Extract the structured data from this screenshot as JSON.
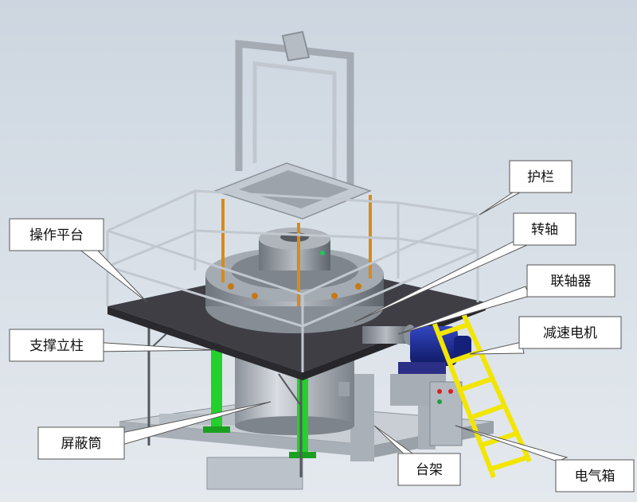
{
  "labels": {
    "guardrail": "护栏",
    "platform": "操作平台",
    "shaft": "转轴",
    "coupling": "联轴器",
    "support_column": "支撑立柱",
    "reducer_motor": "减速电机",
    "shield_cylinder": "屏蔽筒",
    "stand": "台架",
    "electric_box": "电气箱"
  },
  "colors": {
    "background": "#d5dde6",
    "platform": "#3e3e44",
    "frame": "#b9c1ca",
    "motor": "#1a2a8c",
    "ladder": "#f2e600",
    "column": "#22d12a",
    "rod": "#d88a1a"
  }
}
